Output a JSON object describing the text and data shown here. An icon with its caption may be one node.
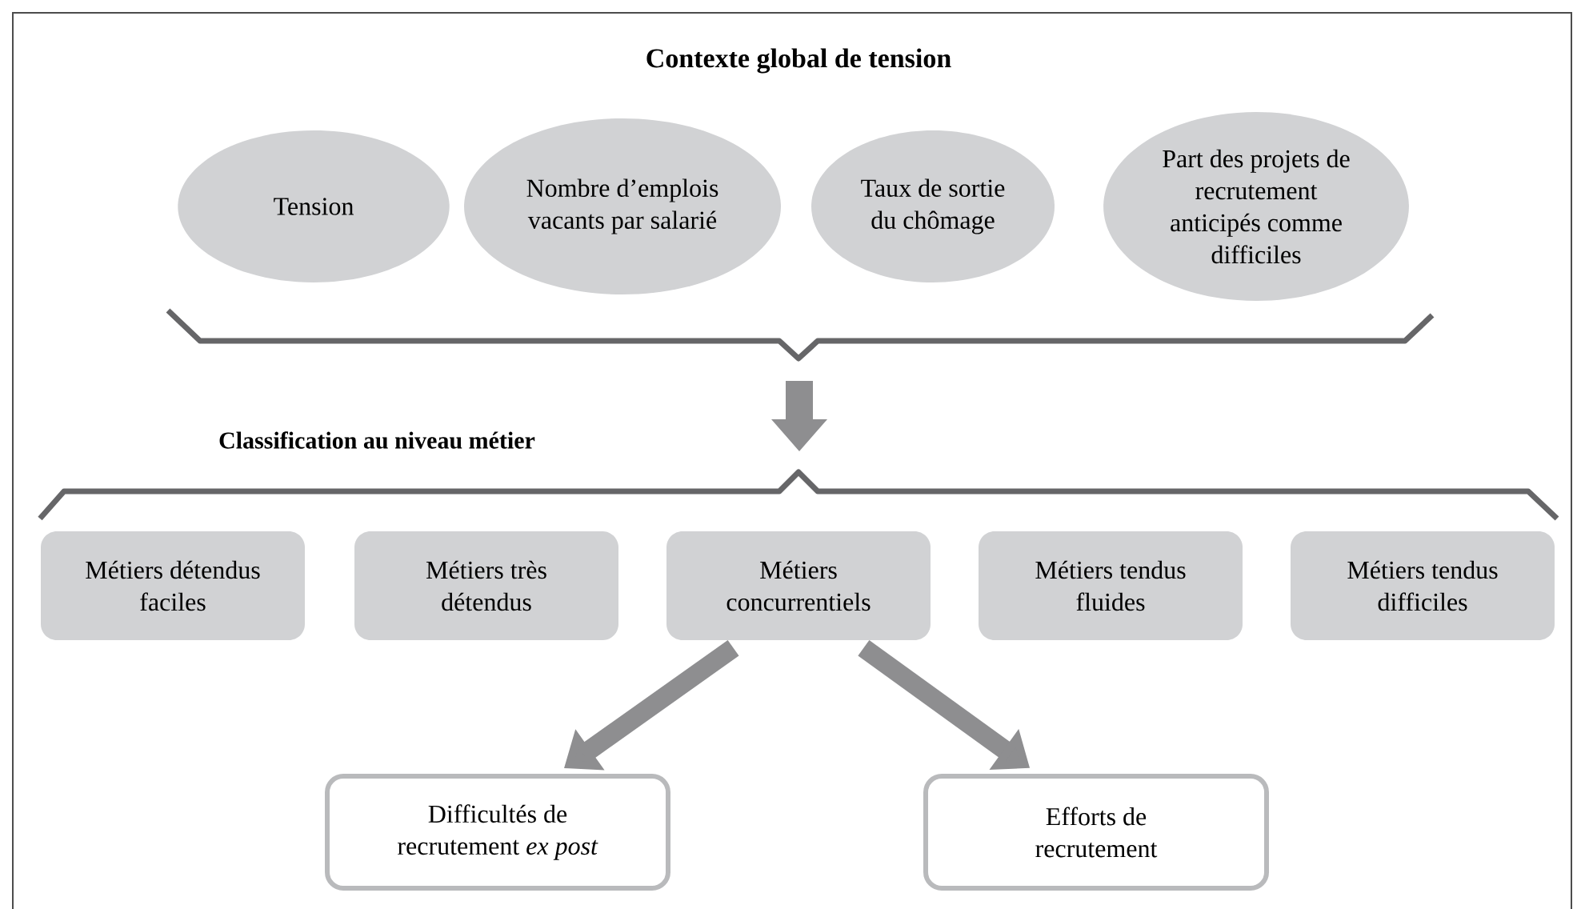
{
  "diagram": {
    "title": "Contexte global de tension",
    "nodes": [
      {
        "text": [
          "Tension"
        ]
      },
      {
        "text": [
          "Nombre d’emplois vacants par salarié"
        ]
      },
      {
        "text": [
          "Taux de sortie du chômage"
        ]
      },
      {
        "text": [
          "Part des projets de recrutement anticipés comme difficiles"
        ]
      },
      {
        "text": [
          "Métiers détendus faciles"
        ]
      },
      {
        "text": [
          "Métiers très détendus"
        ]
      },
      {
        "text": [
          "Métiers concurrentiels"
        ]
      },
      {
        "text": [
          "Métiers tendus fluides"
        ]
      },
      {
        "text": [
          "Métiers tendus difficiles"
        ]
      },
      {
        "text": [
          "Difficultés de recrutement *ex post*"
        ]
      },
      {
        "text": [
          "Efforts de recrutement"
        ]
      }
    ],
    "edges": [
      {
        "from": 6,
        "to": 9,
        "arrow": "to"
      },
      {
        "from": 6,
        "to": 10,
        "arrow": "to"
      }
    ],
    "labels": [
      "Classification au niveau métier"
    ]
  }
}
